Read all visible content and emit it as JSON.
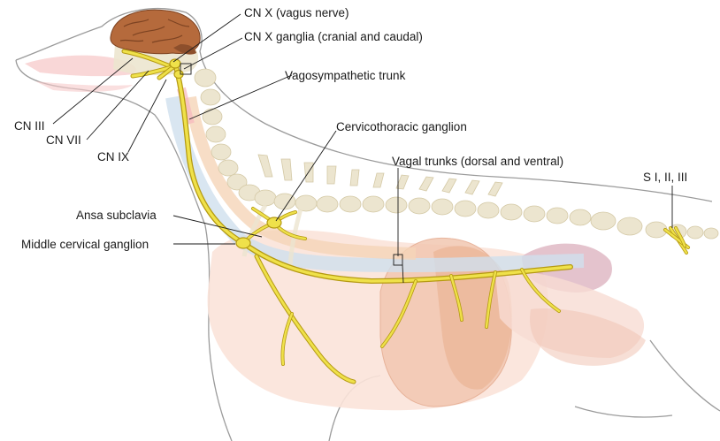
{
  "labels": {
    "cn_x": "CN X (vagus nerve)",
    "cn_x_ganglia": "CN X ganglia (cranial and caudal)",
    "vagosympathetic_trunk": "Vagosympathetic trunk",
    "cn_iii": "CN III",
    "cn_vii": "CN VII",
    "cn_ix": "CN IX",
    "cervicothoracic_ganglion": "Cervicothoracic ganglion",
    "vagal_trunks": "Vagal trunks (dorsal and ventral)",
    "sacral": "S I, II, III",
    "ansa_subclavia": "Ansa subclavia",
    "middle_cervical_ganglion": "Middle cervical ganglion"
  },
  "colors": {
    "nerve": "#efe14a",
    "nerve_outline": "#b59a12",
    "brain": "#b56a3c",
    "bone": "#ece5cf",
    "body_outline": "#9b9b9b",
    "organs": "#f6d3c4"
  }
}
